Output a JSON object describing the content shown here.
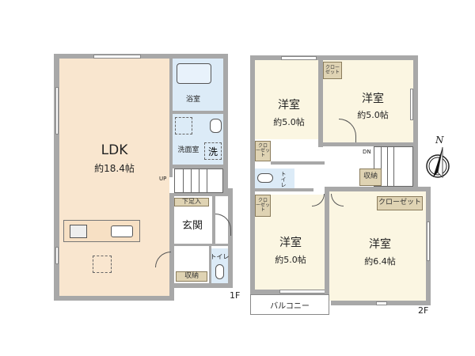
{
  "floor1": {
    "label": "1F",
    "rooms": {
      "ldk": {
        "name": "LDK",
        "size": "約18.4帖"
      },
      "bath": {
        "name": "浴室"
      },
      "washroom": {
        "name": "洗面室",
        "washer": "洗"
      },
      "entrance": {
        "name": "玄関"
      },
      "shoe_storage": {
        "name": "下足入"
      },
      "storage": {
        "name": "収納"
      },
      "toilet": {
        "name": "トイレ"
      }
    },
    "stairs_label": "UP"
  },
  "floor2": {
    "label": "2F",
    "rooms": {
      "west_nw": {
        "name": "洋室",
        "size": "約5.0帖"
      },
      "west_ne": {
        "name": "洋室",
        "size": "約5.0帖"
      },
      "west_sw": {
        "name": "洋室",
        "size": "約5.0帖"
      },
      "west_se": {
        "name": "洋室",
        "size": "約6.4帖"
      },
      "closet_ne": {
        "name": "クロー\nゼット"
      },
      "closet_nw": {
        "name": "クロ\nーゼット"
      },
      "closet_sw": {
        "name": "クロ\nーゼット"
      },
      "closet_se": {
        "name": "クローゼット"
      },
      "storage": {
        "name": "収納"
      },
      "toilet": {
        "name": "トイレ"
      },
      "balcony": {
        "name": "バルコニー"
      }
    },
    "stairs_label": "DN"
  },
  "compass": {
    "label": "N"
  },
  "colors": {
    "wall": "#a8a8a8",
    "ldk": "#f9e6cf",
    "wet": "#dcebf7",
    "western_room": "#fbf6e2",
    "storage": "#dfd3b3"
  }
}
